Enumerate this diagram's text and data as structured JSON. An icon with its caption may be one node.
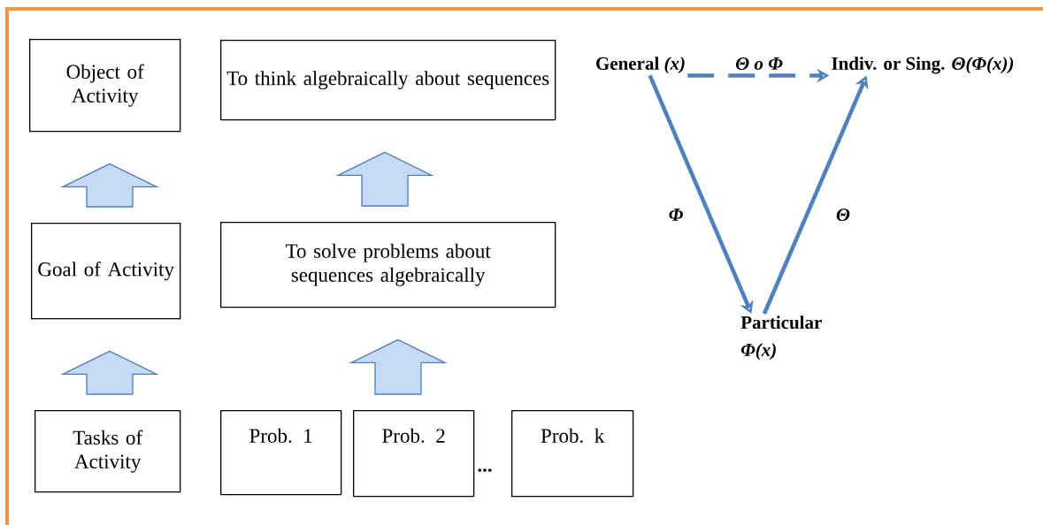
{
  "diagram": {
    "nodes": [
      {
        "text": [
          "Object of Activity"
        ]
      },
      {
        "text": [
          "To think algebraically about sequences"
        ]
      },
      {
        "text": [
          "Goal of Activity"
        ]
      },
      {
        "text": [
          "To solve problems about sequences algebraically"
        ]
      },
      {
        "text": [
          "Tasks of Activity"
        ]
      },
      {
        "text": [
          "Prob.  1"
        ]
      },
      {
        "text": [
          "Prob.  2"
        ]
      },
      {
        "text": [
          "Prob.  k"
        ]
      },
      {
        "text": [
          "General  *(x)*"
        ]
      },
      {
        "text": [
          "Indiv. or Sing. *Θ(Φ(x))*"
        ]
      },
      {
        "text": [
          "Particular",
          "Φ(x)"
        ]
      }
    ],
    "edges": [
      {
        "from": 2,
        "to": 0,
        "arrow": "to",
        "style": "thick"
      },
      {
        "from": 3,
        "to": 1,
        "arrow": "to",
        "style": "thick"
      },
      {
        "from": 4,
        "to": 2,
        "arrow": "to",
        "style": "thick"
      },
      {
        "from": 6,
        "to": 3,
        "arrow": "to",
        "style": "thick"
      },
      {
        "from": 8,
        "to": 9,
        "arrow": "to",
        "style": "dashed",
        "label": "Θ o Φ"
      },
      {
        "from": 8,
        "to": 10,
        "arrow": "to",
        "label": "Φ"
      },
      {
        "from": 10,
        "to": 9,
        "arrow": "to",
        "label": "Θ"
      }
    ],
    "labels": [
      "..."
    ]
  }
}
